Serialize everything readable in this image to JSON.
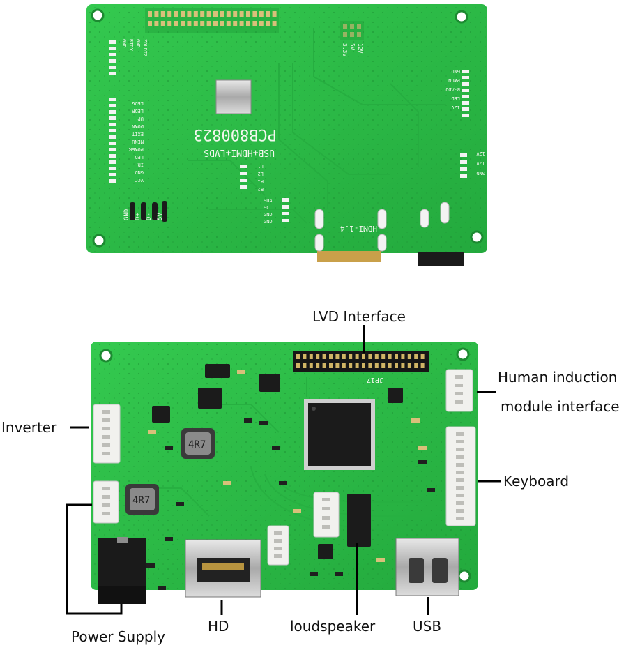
{
  "back_board": {
    "silkscreen": {
      "model": "PCB800823",
      "subtitle": "USB+HDMI+LVDS",
      "hdmi": "HDMI-1.4",
      "usb_pins": [
        "GND",
        "D+",
        "D-",
        "5V"
      ],
      "power_pins": [
        "3.3V",
        "5V",
        "12V"
      ],
      "i2c_pins": [
        "SDA",
        "SCL",
        "GND",
        "GND"
      ],
      "left_header_pins": [
        "GND",
        "RTDY",
        "GND",
        "ZDLDTZ"
      ],
      "left_keys": [
        "VCC",
        "GND",
        "IR",
        "LED",
        "POWER",
        "MENU",
        "EXIT",
        "DOWN",
        "UP",
        "LEDR",
        "LEDG"
      ],
      "right_header_pins": [
        "GND",
        "PWDN",
        "B-ADJ",
        "LED",
        "12V"
      ],
      "right_small_pins": [
        "12V",
        "12V",
        "GND"
      ],
      "l_labels": [
        "L1",
        "L2",
        "R1",
        "R2"
      ]
    }
  },
  "front_board": {
    "silkscreen": {
      "inductor_1": "4R7",
      "inductor_2": "4R7",
      "jp": "JP17"
    }
  },
  "callouts": {
    "lvds": "LVD Interface",
    "human_line1": "Human induction",
    "human_line2": "module interface",
    "inverter": "Inverter",
    "keyboard": "Keyboard",
    "power": "Power Supply",
    "hdmi": "HD",
    "speaker": "loudspeaker",
    "usb": "USB"
  },
  "colors": {
    "pcb": "#2fc24a",
    "pcb_dark": "#1f9b36",
    "trace": "#27b041",
    "silk": "#f2f7ee",
    "chip": "#1b1b1b",
    "metal": "#c9c9c9",
    "connector": "#f1f1ee",
    "line": "#000000"
  }
}
